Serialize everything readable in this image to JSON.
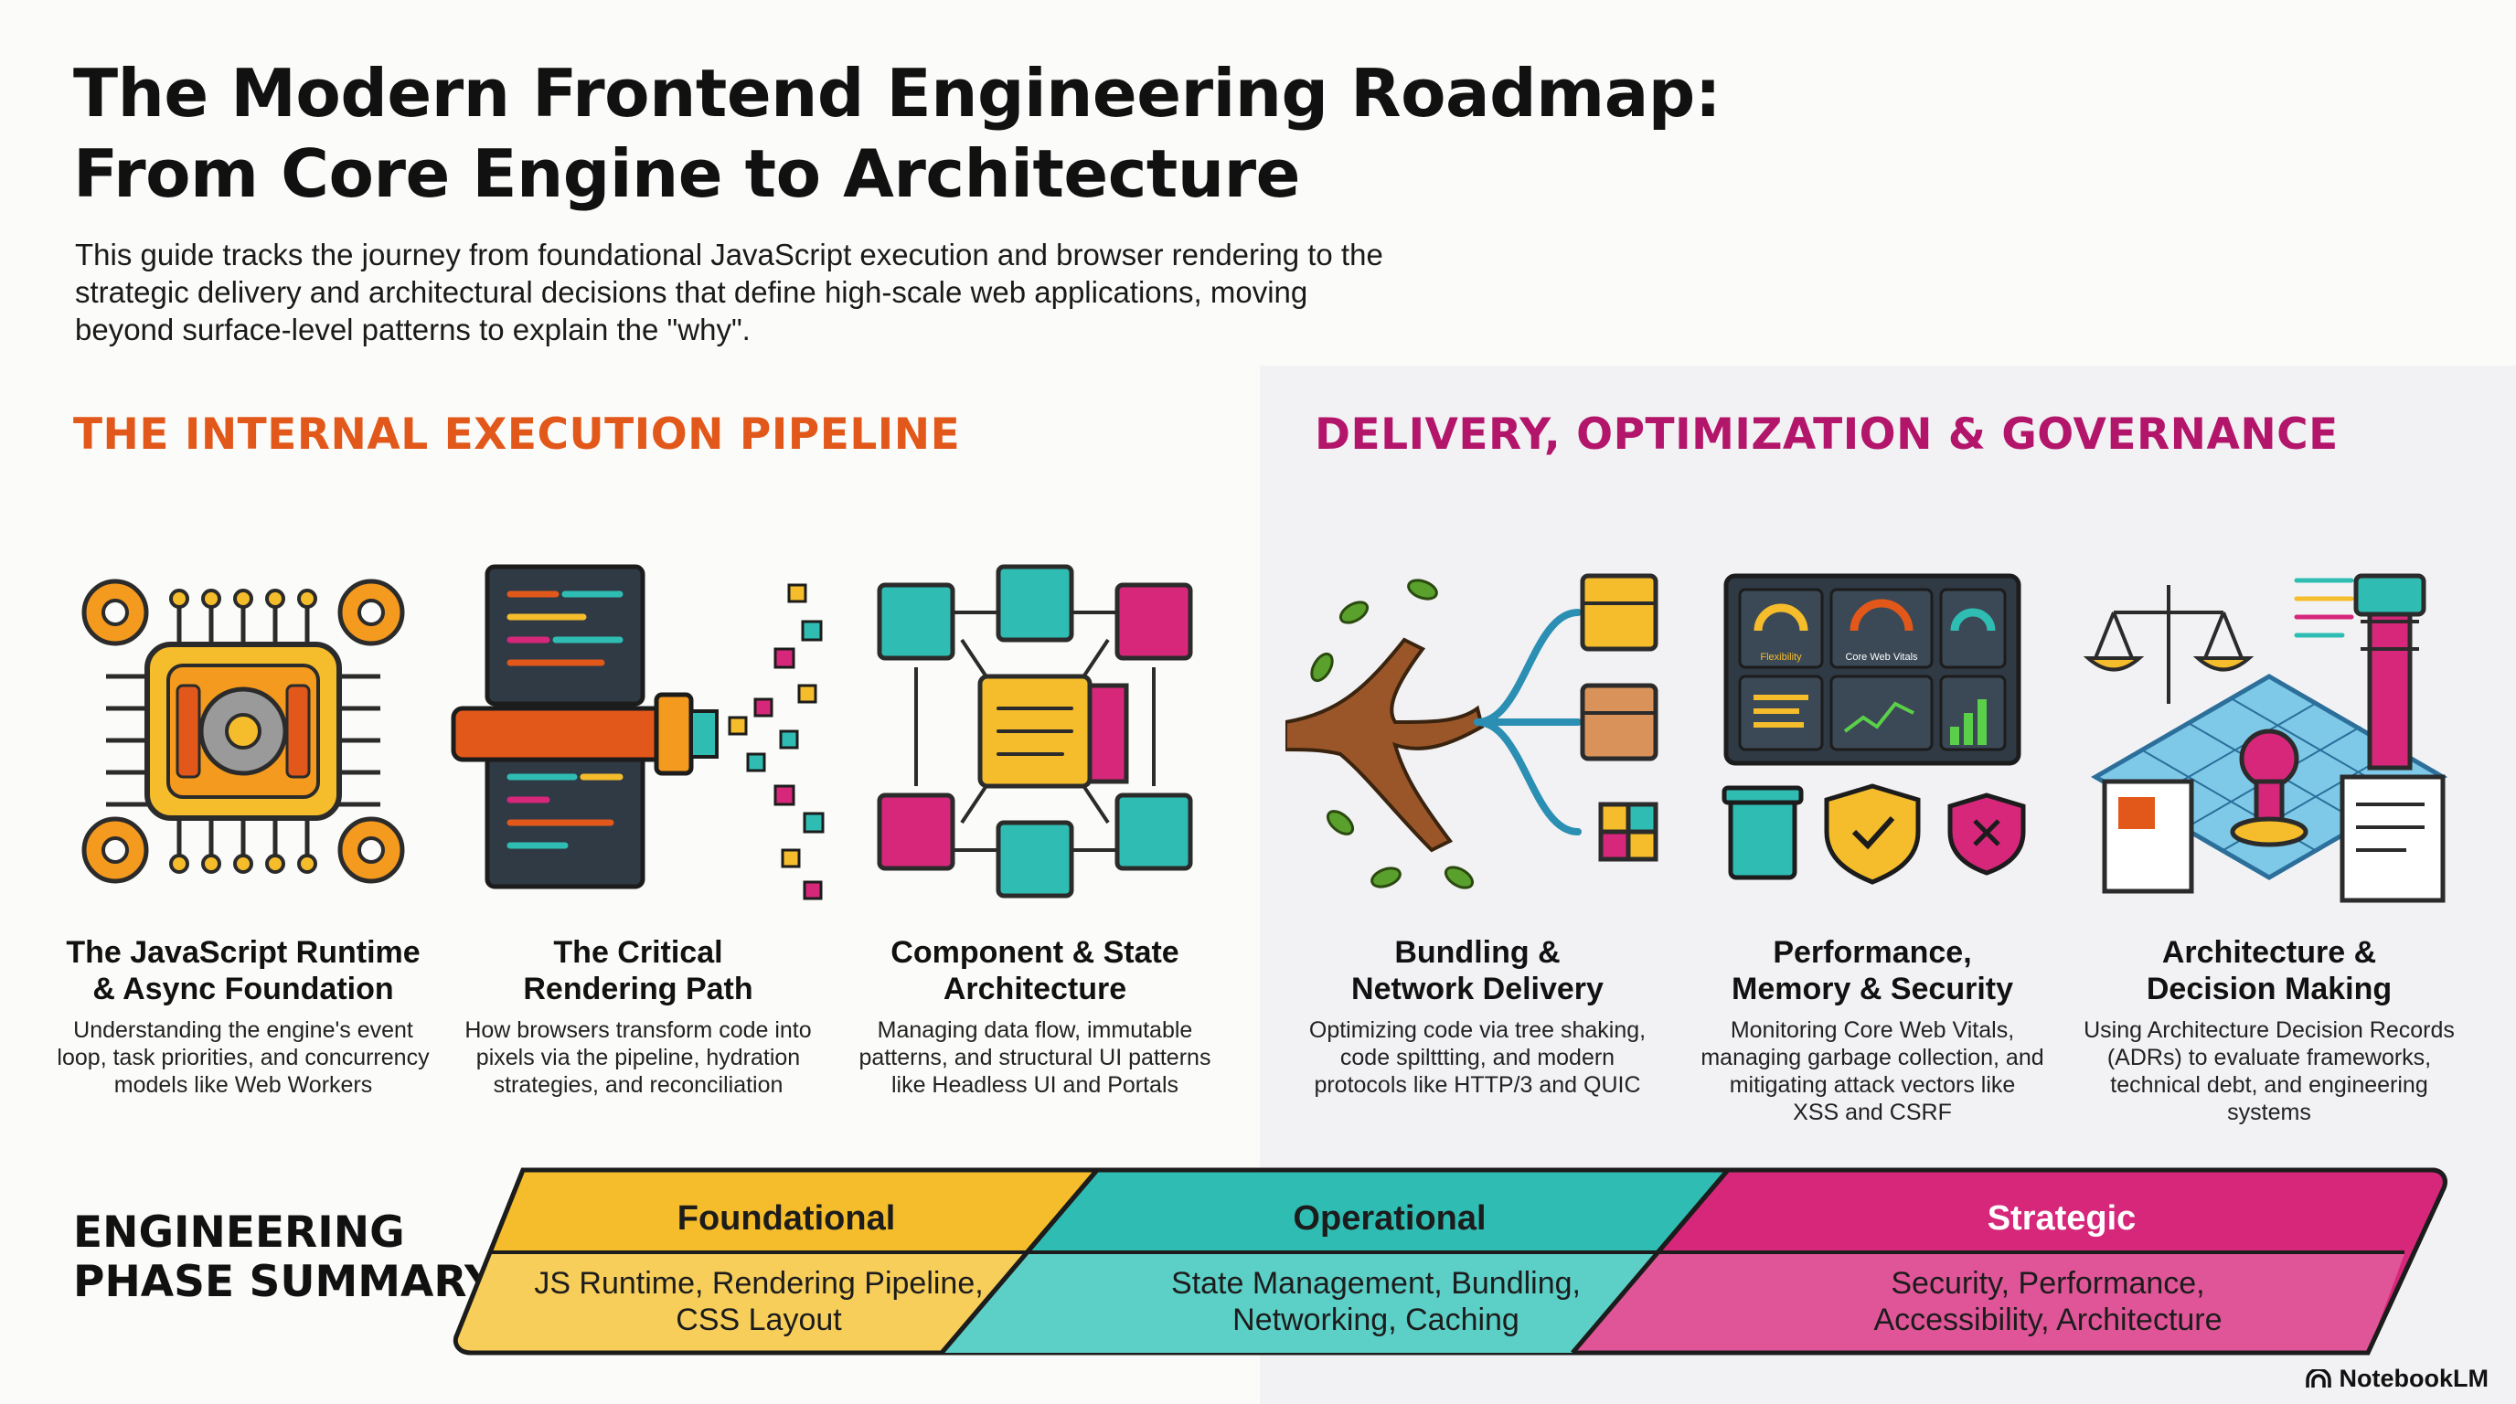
{
  "title_lines": [
    "The Modern Frontend Engineering Roadmap:",
    "From Core Engine to Architecture"
  ],
  "intro_lines": [
    "This guide tracks the journey from foundational JavaScript execution and browser rendering to the",
    "strategic delivery and architectural decisions that define high-scale web applications, moving",
    "beyond surface-level patterns to explain the \"why\"."
  ],
  "sections": {
    "left": "THE INTERNAL EXECUTION PIPELINE",
    "right": "DELIVERY, OPTIMIZATION & GOVERNANCE"
  },
  "colors": {
    "orange": "#e2581a",
    "magenta": "#b3156a",
    "yellow": "#f5bd2b",
    "teal": "#2fbdb3",
    "pink": "#d6277a"
  },
  "cards": [
    {
      "icon": "cpu-gears-icon",
      "title_lines": [
        "The JavaScript Runtime",
        "& Async Foundation"
      ],
      "desc_lines": [
        "Understanding the engine's event",
        "loop, task priorities, and concurrency",
        "models like Web Workers"
      ]
    },
    {
      "icon": "code-pipeline-icon",
      "title_lines": [
        "The Critical",
        "Rendering Path"
      ],
      "desc_lines": [
        "How browsers transform code into",
        "pixels via the pipeline, hydration",
        "strategies, and reconciliation"
      ]
    },
    {
      "icon": "component-cubes-icon",
      "title_lines": [
        "Component & State",
        "Architecture"
      ],
      "desc_lines": [
        "Managing data flow, immutable",
        "patterns, and structural UI patterns",
        "like Headless UI and Portals"
      ]
    },
    {
      "icon": "tree-packages-icon",
      "title_lines": [
        "Bundling &",
        "Network Delivery"
      ],
      "desc_lines": [
        "Optimizing code via tree shaking,",
        "code spilttting, and modern",
        "protocols like HTTP/3 and QUIC"
      ]
    },
    {
      "icon": "dashboard-shield-icon",
      "title_lines": [
        "Performance,",
        "Memory & Security"
      ],
      "desc_lines": [
        "Monitoring Core Web Vitals,",
        "managing garbage collection, and",
        "mitigating attack vectors like",
        "XSS and CSRF"
      ]
    },
    {
      "icon": "scales-tower-icon",
      "title_lines": [
        "Architecture &",
        "Decision Making"
      ],
      "desc_lines": [
        "Using Architecture Decision Records",
        "(ADRs) to evaluate frameworks,",
        "technical debt, and engineering",
        "systems"
      ]
    }
  ],
  "art_labels": {
    "flexibility": "Flexibility",
    "cwv": "Core Web Vitals"
  },
  "phase_summary": {
    "label_lines": [
      "ENGINEERING",
      "PHASE SUMMARY"
    ],
    "phases": [
      {
        "name": "Foundational",
        "items": [
          "JS Runtime, Rendering Pipeline,",
          "CSS Layout"
        ]
      },
      {
        "name": "Operational",
        "items": [
          "State Management, Bundling,",
          "Networking, Caching"
        ]
      },
      {
        "name": "Strategic",
        "items": [
          "Security, Performance,",
          "Accessibility, Architecture"
        ]
      }
    ]
  },
  "brand": "NotebookLM"
}
